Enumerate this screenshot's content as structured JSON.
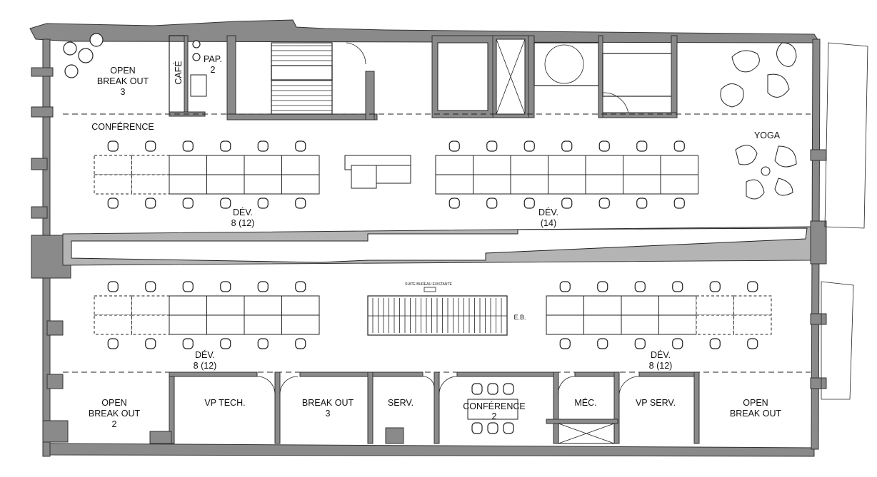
{
  "plan": {
    "rooms": {
      "open_breakout_3": [
        "OPEN",
        "BREAK OUT",
        "3"
      ],
      "cafe": "CAFÉ",
      "pap_2": [
        "PAP.",
        "2"
      ],
      "conference": "CONFÉRENCE",
      "yoga": "YOGA",
      "dev_top_left": [
        "DÉV.",
        "8 (12)"
      ],
      "dev_top_right": [
        "DÉV.",
        "(14)"
      ],
      "dev_bottom_left": [
        "DÉV.",
        "8 (12)"
      ],
      "dev_bottom_right": [
        "DÉV.",
        "8 (12)"
      ],
      "eb": "E.B.",
      "existing_suite": "SUITE BUREAU EXISTANTE",
      "open_breakout_2": [
        "OPEN",
        "BREAK OUT",
        "2"
      ],
      "vp_tech": "VP TECH.",
      "breakout_3": [
        "BREAK OUT",
        "3"
      ],
      "serv": "SERV.",
      "conference_2": [
        "CONFÉRENCE",
        "2"
      ],
      "mec": "MÉC.",
      "vp_serv": "VP SERV.",
      "open_breakout": [
        "OPEN",
        "BREAK OUT"
      ]
    }
  }
}
